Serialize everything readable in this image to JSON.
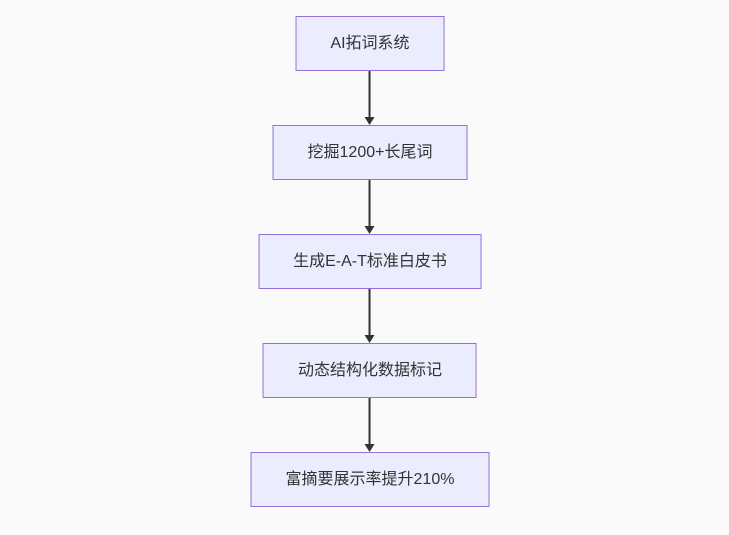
{
  "diagram": {
    "type": "flowchart",
    "direction": "top-down",
    "nodes": [
      {
        "id": "A",
        "label": "AI拓词系统"
      },
      {
        "id": "B",
        "label": "挖掘1200+长尾词"
      },
      {
        "id": "C",
        "label": "生成E-A-T标准白皮书"
      },
      {
        "id": "D",
        "label": "动态结构化数据标记"
      },
      {
        "id": "E",
        "label": "富摘要展示率提升210%"
      }
    ],
    "edges": [
      {
        "from": "A",
        "to": "B"
      },
      {
        "from": "B",
        "to": "C"
      },
      {
        "from": "C",
        "to": "D"
      },
      {
        "from": "D",
        "to": "E"
      }
    ]
  },
  "colors": {
    "background": "#FAFAFA",
    "node_fill": "#ECECFF",
    "node_border": "#9370DB",
    "arrow": "#333333",
    "text": "#333333"
  }
}
